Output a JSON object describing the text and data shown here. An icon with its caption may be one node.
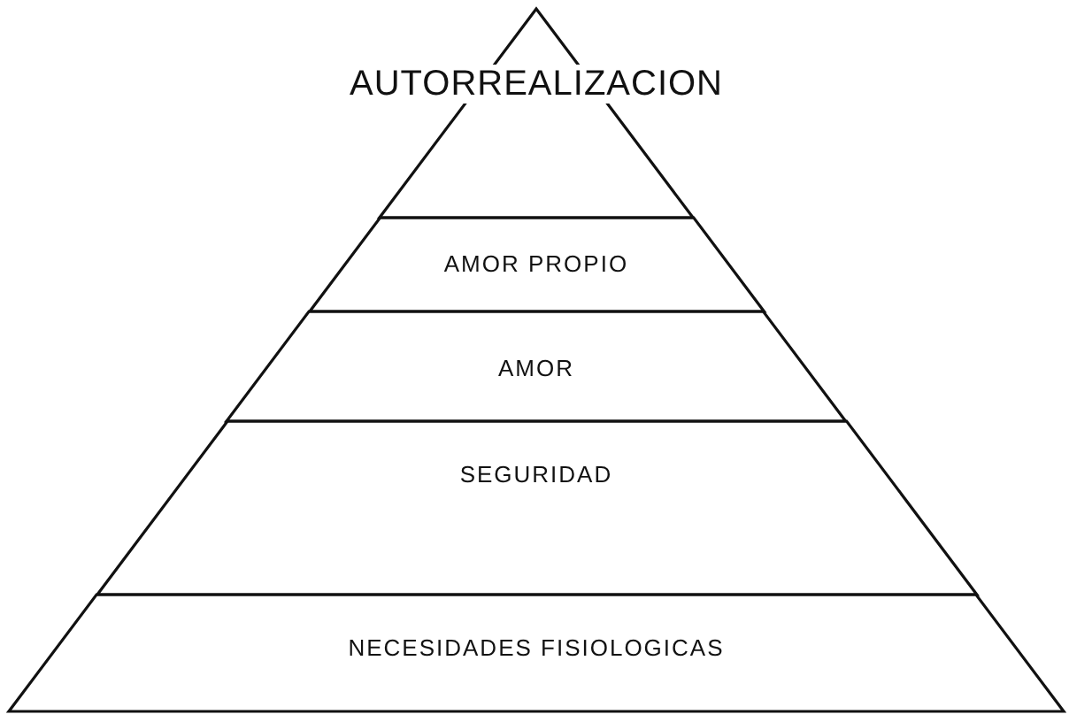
{
  "diagram": {
    "nodes": [
      {
        "text": [
          "AUTORREALIZACION"
        ]
      },
      {
        "text": [
          "AMOR PROPIO"
        ]
      },
      {
        "text": [
          "AMOR"
        ]
      },
      {
        "text": [
          "SEGURIDAD"
        ]
      },
      {
        "text": [
          "NECESIDADES FISIOLOGICAS"
        ]
      }
    ]
  }
}
